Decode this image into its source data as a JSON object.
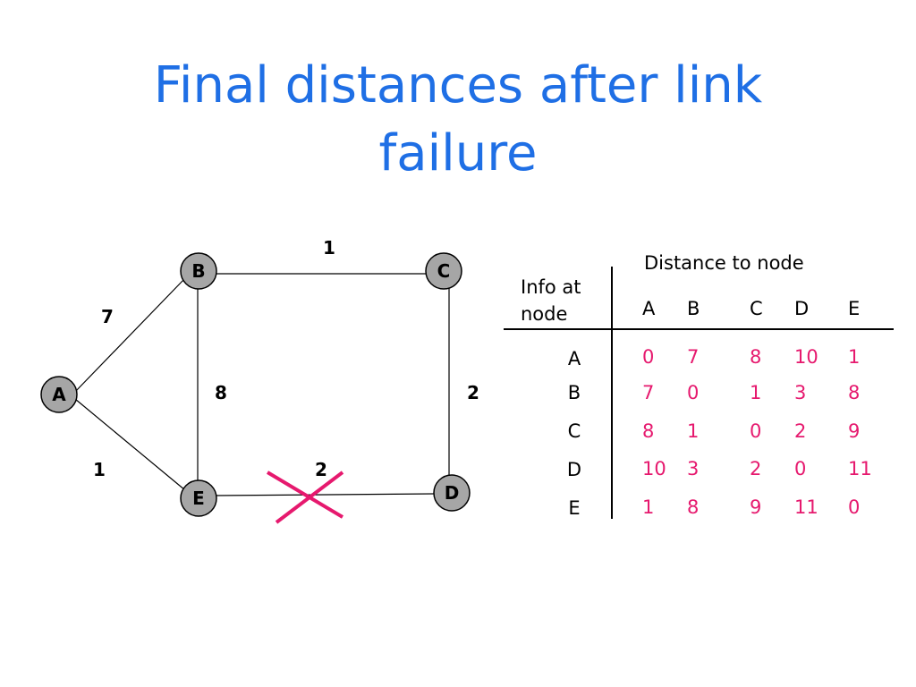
{
  "title": {
    "line1": "Final distances after link",
    "line2": "failure"
  },
  "graph": {
    "nodes": [
      "A",
      "B",
      "C",
      "D",
      "E"
    ],
    "edges": [
      {
        "from": "A",
        "to": "B",
        "weight": "7"
      },
      {
        "from": "A",
        "to": "E",
        "weight": "1"
      },
      {
        "from": "B",
        "to": "C",
        "weight": "1"
      },
      {
        "from": "B",
        "to": "E",
        "weight": "8"
      },
      {
        "from": "C",
        "to": "D",
        "weight": "2"
      },
      {
        "from": "E",
        "to": "D",
        "weight": "2",
        "failed": true
      }
    ],
    "failed_marker_color": "#e6196e"
  },
  "table": {
    "distance_header": "Distance to node",
    "info_header_line1": "Info at",
    "info_header_line2": "node",
    "columns": [
      "A",
      "B",
      "C",
      "D",
      "E"
    ],
    "rows": [
      {
        "node": "A",
        "values": [
          "0",
          "7",
          "8",
          "10",
          "1"
        ]
      },
      {
        "node": "B",
        "values": [
          "7",
          "0",
          "1",
          "3",
          "8"
        ]
      },
      {
        "node": "C",
        "values": [
          "8",
          "1",
          "0",
          "2",
          "9"
        ]
      },
      {
        "node": "D",
        "values": [
          "10",
          "3",
          "2",
          "0",
          "11"
        ]
      },
      {
        "node": "E",
        "values": [
          "1",
          "8",
          "9",
          "11",
          "0"
        ]
      }
    ],
    "value_color": "#e6196e"
  },
  "colors": {
    "title": "#1f6fe5",
    "node_fill": "#a6a6a6"
  }
}
